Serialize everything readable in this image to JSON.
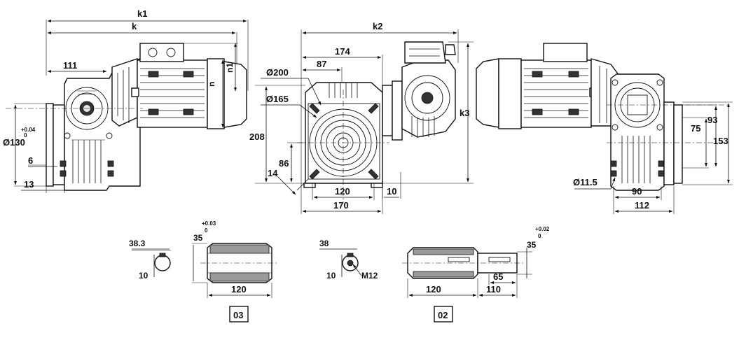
{
  "side_view_left": {
    "dim_k1": "k1",
    "dim_k": "k",
    "dim_111": "111",
    "dim_n": "n",
    "dim_n1": "n1",
    "dim_dia130": "Ø130",
    "dim_tol_130_upper": "+0.04",
    "dim_tol_130_lower": "0",
    "dim_6": "6",
    "dim_13": "13"
  },
  "front_view": {
    "dim_k2": "k2",
    "dim_k3": "k3",
    "dim_174": "174",
    "dim_87": "87",
    "dim_dia200": "Ø200",
    "dim_dia165": "Ø165",
    "dim_208": "208",
    "dim_86": "86",
    "dim_14": "14",
    "dim_120": "120",
    "dim_170": "170",
    "dim_10": "10"
  },
  "side_view_right": {
    "dim_75": "75",
    "dim_93": "93",
    "dim_153": "153",
    "dim_dia11_5": "Ø11.5",
    "dim_90": "90",
    "dim_112": "112"
  },
  "shaft_03": {
    "dim_38_3": "38.3",
    "dim_10": "10",
    "dim_35": "35",
    "dim_35_tol_upper": "+0.03",
    "dim_35_tol_lower": "0",
    "dim_120": "120",
    "tag": "03"
  },
  "shaft_02": {
    "dim_38": "38",
    "dim_10": "10",
    "dim_m12": "M12",
    "dim_35": "35",
    "dim_35_tol_upper": "+0.02",
    "dim_35_tol_lower": "0",
    "dim_65": "65",
    "dim_120": "120",
    "dim_110": "110",
    "tag": "02"
  }
}
